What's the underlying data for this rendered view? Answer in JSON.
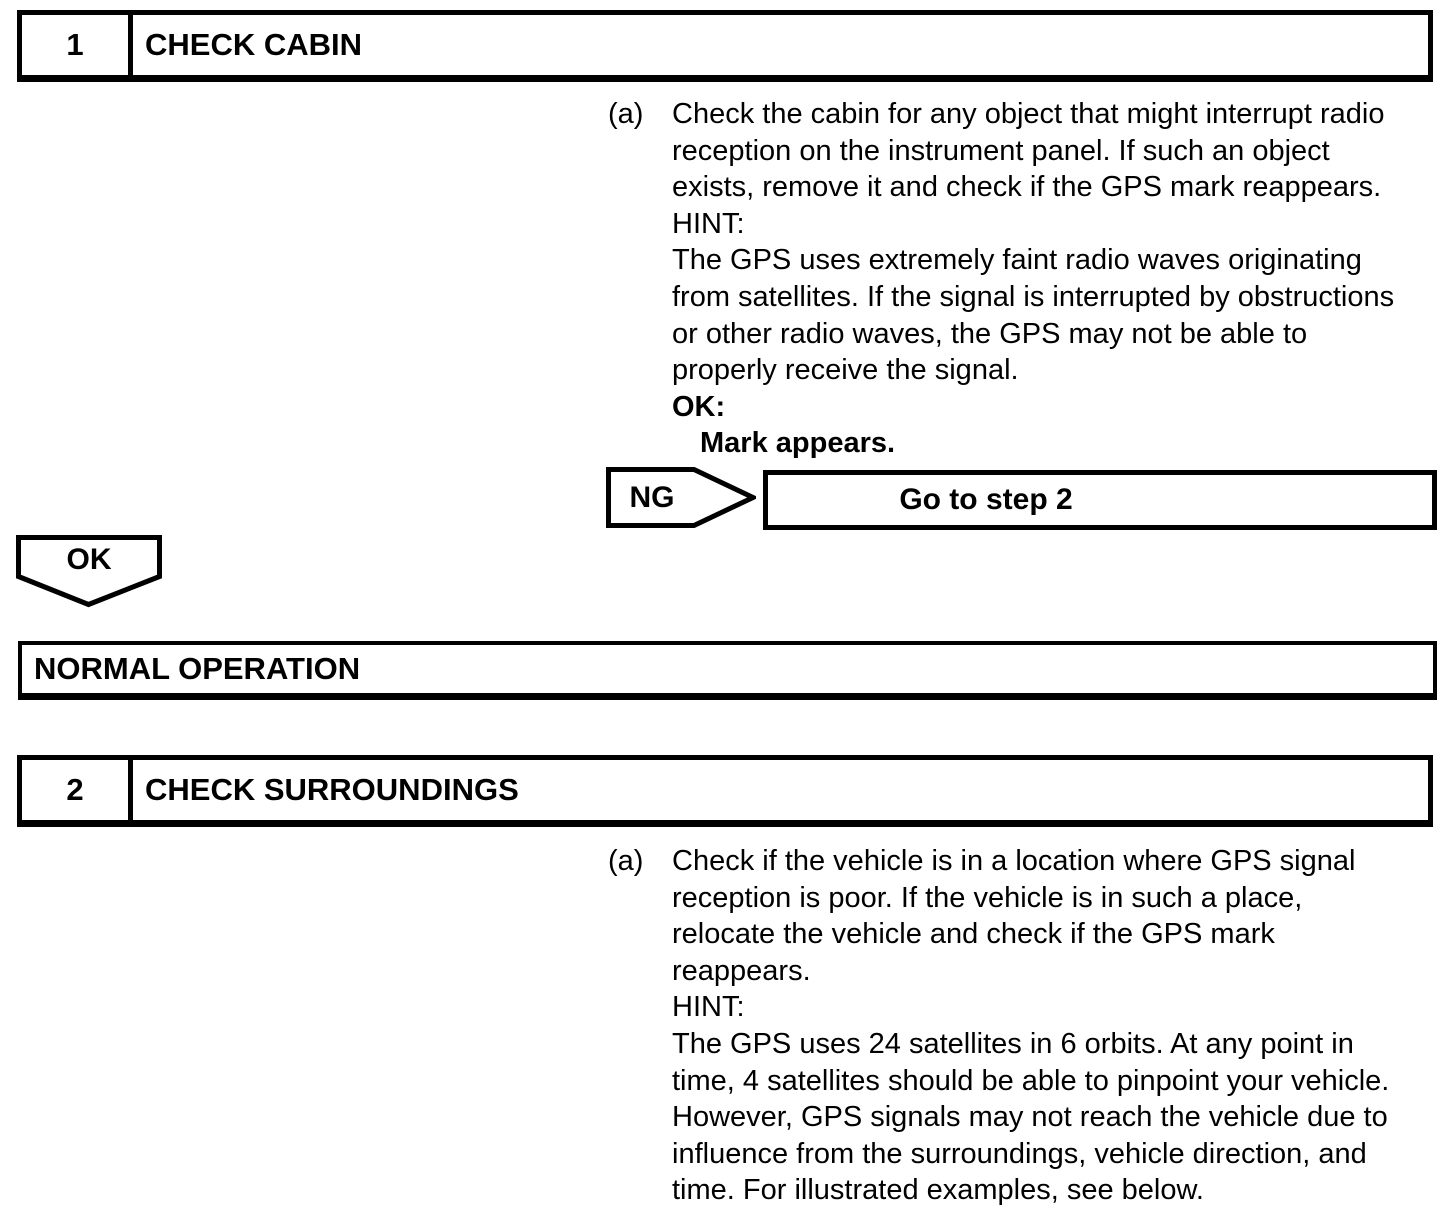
{
  "colors": {
    "ink": "#000000",
    "paper": "#ffffff"
  },
  "step1": {
    "number": "1",
    "title": "CHECK CABIN",
    "marker": "(a)",
    "lines": [
      {
        "text": "Check the cabin for any object that might interrupt radio"
      },
      {
        "text": "reception on the instrument panel. If such an object"
      },
      {
        "text": "exists, remove it and check if the GPS mark reappears."
      },
      {
        "text": "HINT:"
      },
      {
        "text": "The GPS uses extremely faint radio waves originating"
      },
      {
        "text": "from satellites. If the signal is interrupted by obstructions"
      },
      {
        "text": "or other radio waves, the GPS may not be able to"
      },
      {
        "text": "properly receive the signal."
      },
      {
        "text": "OK:",
        "bold": true
      },
      {
        "text": "Mark appears.",
        "bold": true,
        "indent": true
      }
    ]
  },
  "ng_connector": {
    "label": "NG",
    "action": "Go to step 2"
  },
  "ok_connector": {
    "label": "OK"
  },
  "result": {
    "label": "NORMAL OPERATION"
  },
  "step2": {
    "number": "2",
    "title": "CHECK SURROUNDINGS",
    "marker": "(a)",
    "lines": [
      {
        "text": "Check if the vehicle is in a location where GPS signal"
      },
      {
        "text": "reception is poor. If the vehicle is in such a place,"
      },
      {
        "text": "relocate the vehicle and check if the GPS mark"
      },
      {
        "text": "reappears."
      },
      {
        "text": "HINT:"
      },
      {
        "text": "The GPS uses 24 satellites in 6 orbits. At any point in"
      },
      {
        "text": "time, 4 satellites should be able to pinpoint your vehicle."
      },
      {
        "text": "However, GPS signals may not reach the vehicle due to"
      },
      {
        "text": "influence from the surroundings, vehicle direction, and"
      },
      {
        "text": "time. For illustrated examples, see below."
      }
    ]
  }
}
